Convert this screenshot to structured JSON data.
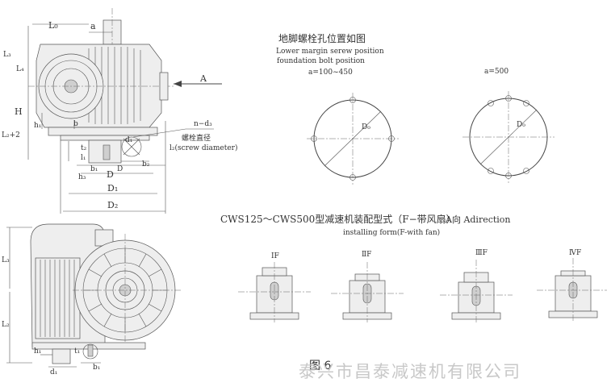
{
  "top_drawing": {
    "dim_labels": {
      "l0": "L₀",
      "a": "a",
      "l3": "L₃",
      "l4": "L₄",
      "h": "H",
      "l2_plus_2": "L₂+2",
      "h1": "h₁",
      "b": "b",
      "t2": "t₂",
      "l1": "l₁",
      "d1_small": "d₁",
      "b2": "b₂",
      "d": "D",
      "b1": "b₁",
      "h3": "h₃",
      "D": "D",
      "D1": "D₁",
      "D2": "D₂"
    },
    "arrow_label": "A",
    "callout_nd": "n−d₃",
    "callout_cn": "螺栓直径",
    "callout_en": "l₂(screw diameter)"
  },
  "bolt_positions": {
    "title_cn": "地脚螺栓孔位置如图",
    "title_en1": "Lower margin serew position",
    "title_en2": "foundation bolt position",
    "left_label": "a=100~450",
    "right_label": "a=500",
    "left_dim": "D₀",
    "right_dim": "D₀"
  },
  "assembly": {
    "title_cn": "CWS125～CWS500型减速机装配型式（F−带风扇）",
    "direction": "A向 Adirection",
    "subtitle": "installing form(F-with fan)",
    "forms": [
      "ⅠF",
      "ⅡF",
      "ⅢF",
      "ⅣF"
    ]
  },
  "bottom_drawing": {
    "l3": "L₃",
    "l2": "L₂",
    "h1": "h₁",
    "t1": "t₁",
    "d1": "d₁",
    "b1": "b₁"
  },
  "figure_label": "图 6",
  "watermark": "泰兴市昌泰减速机有限公司"
}
